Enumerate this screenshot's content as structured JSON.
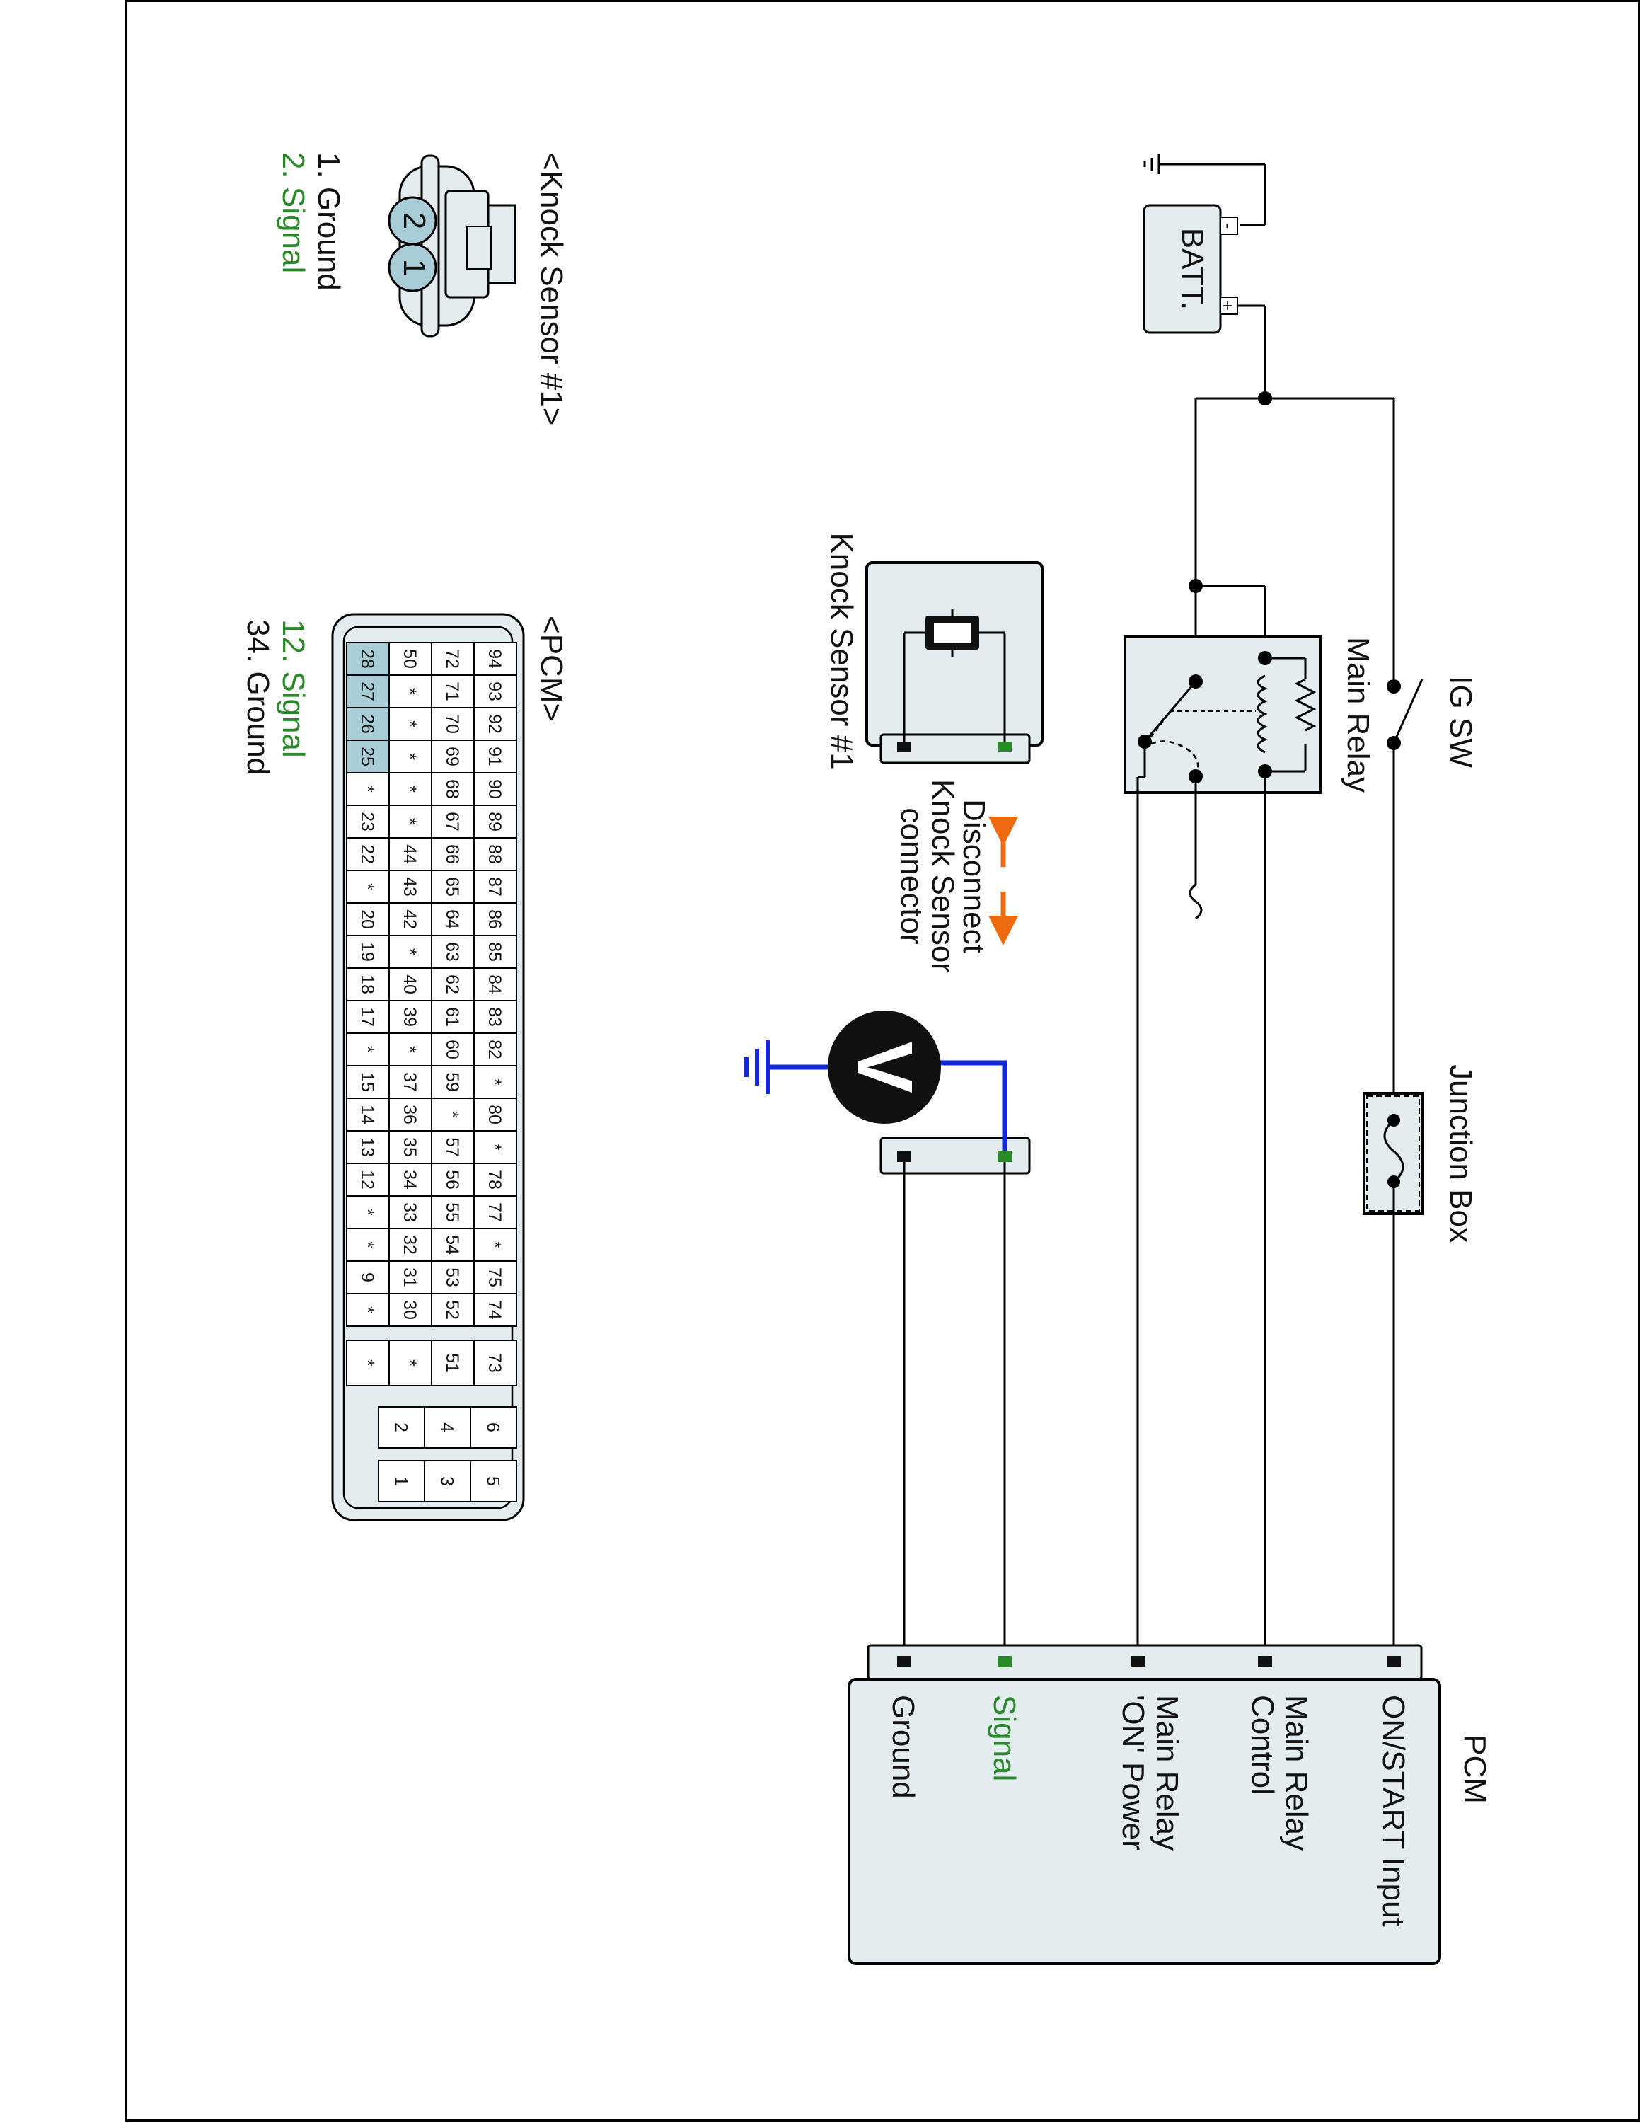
{
  "labels": {
    "batt": "BATT.",
    "batt_minus": "-",
    "batt_plus": "+",
    "ig_sw": "IG SW",
    "main_relay": "Main Relay",
    "junction_box": "Junction Box",
    "knock_sensor": "Knock Sensor #1",
    "disconnect_line1": "Disconnect",
    "disconnect_line2": "Knock Sensor",
    "disconnect_line3": "connector",
    "voltmeter": "V",
    "pcm_title": "PCM"
  },
  "pcm_terminals": [
    "ON/START Input",
    [
      "Main Relay",
      "Control"
    ],
    [
      "Main Relay",
      "'ON' Power"
    ],
    "Signal",
    "Ground"
  ],
  "knock_connector": {
    "title": "<Knock Sensor #1>",
    "pin_top": "2",
    "pin_bottom": "1",
    "legend": [
      "1. Ground",
      "2. Signal"
    ]
  },
  "pcm_connector": {
    "title": "<PCM>",
    "legend": [
      "12. Signal",
      "34. Ground"
    ],
    "rows": [
      [
        "94",
        "93",
        "92",
        "91",
        "90",
        "89",
        "88",
        "87",
        "86",
        "85",
        "84",
        "83",
        "82",
        "*",
        "80",
        "*",
        "78",
        "77",
        "*",
        "75",
        "74"
      ],
      [
        "72",
        "71",
        "70",
        "69",
        "68",
        "67",
        "66",
        "65",
        "64",
        "63",
        "62",
        "61",
        "60",
        "59",
        "*",
        "57",
        "56",
        "55",
        "54",
        "53",
        "52"
      ],
      [
        "50",
        "*",
        "*",
        "*",
        "*",
        "*",
        "44",
        "43",
        "42",
        "*",
        "40",
        "39",
        "*",
        "37",
        "36",
        "35",
        "34",
        "33",
        "32",
        "31",
        "30"
      ],
      [
        "28",
        "27",
        "26",
        "25",
        "*",
        "23",
        "22",
        "*",
        "20",
        "19",
        "18",
        "17",
        "*",
        "15",
        "14",
        "13",
        "12",
        "*",
        "*",
        "9",
        "*"
      ]
    ],
    "side_block": [
      "73",
      "51",
      "*",
      "*"
    ],
    "power_block_a": [
      "6",
      "4",
      "2"
    ],
    "power_block_b": [
      "5",
      "3",
      "1"
    ]
  },
  "colors": {
    "signal_green": "#2a8a2a",
    "voltmeter_wire": "#1428d8",
    "arrow": "#ee6a10",
    "panel_fill": "#e3ecee",
    "highlight_cell": "#a9cdd6"
  }
}
